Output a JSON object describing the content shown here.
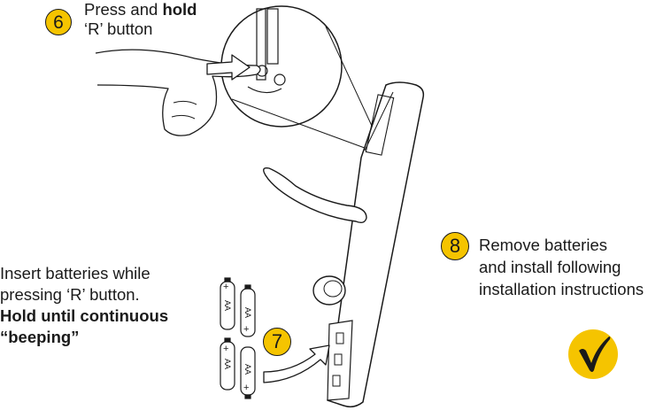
{
  "step6": {
    "number": "6",
    "line1_prefix": "Press and ",
    "line1_bold": "hold",
    "line2": "‘R’ button"
  },
  "step7": {
    "number": "7",
    "line1": "Insert batteries while",
    "line2": "pressing ‘R’ button.",
    "line3": "Hold until continuous",
    "line4": "“beeping”"
  },
  "step8": {
    "number": "8",
    "line1": "Remove batteries",
    "line2": "and install following",
    "line3": "installation instructions"
  },
  "battery_label": "AA",
  "battery_plus": "+",
  "colors": {
    "accent": "#f5c400",
    "ink": "#1a1a1a"
  },
  "icons": [
    "hand-pressing-icon",
    "arrow-icon",
    "checkmark-icon",
    "battery-icon",
    "door-handle-icon"
  ]
}
